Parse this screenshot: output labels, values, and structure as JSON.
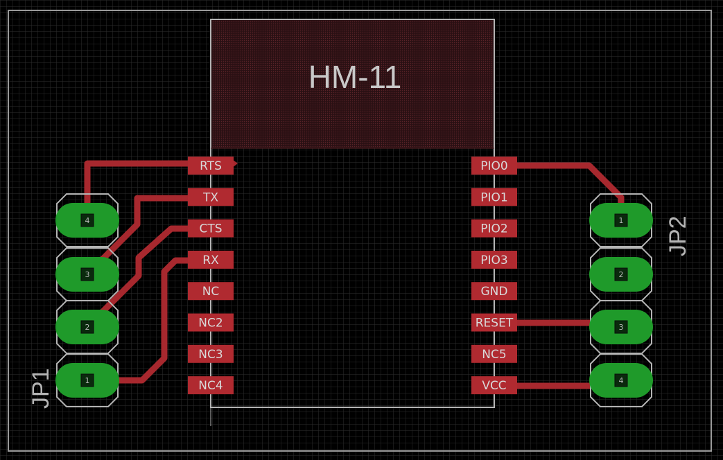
{
  "colors": {
    "background": "#000000",
    "grid": "#2e2e2e",
    "board_outline": "#9a9a9a",
    "silkscreen": "#b4b4b4",
    "smd_pad": "#b02a30",
    "trace": "#a7282e",
    "via_copper": "#1f9a2a",
    "antenna_area": "#3a1518"
  },
  "module": {
    "name": "HM-11",
    "left_pads": [
      "RTS",
      "TX",
      "CTS",
      "RX",
      "NC",
      "NC2",
      "NC3",
      "NC4"
    ],
    "right_pads": [
      "PIO0",
      "PIO1",
      "PIO2",
      "PIO3",
      "GND",
      "RESET",
      "NC5",
      "VCC"
    ]
  },
  "headers": [
    {
      "name": "JP1",
      "pins": [
        "4",
        "3",
        "2",
        "1"
      ]
    },
    {
      "name": "JP2",
      "pins": [
        "1",
        "2",
        "3",
        "4"
      ]
    }
  ]
}
